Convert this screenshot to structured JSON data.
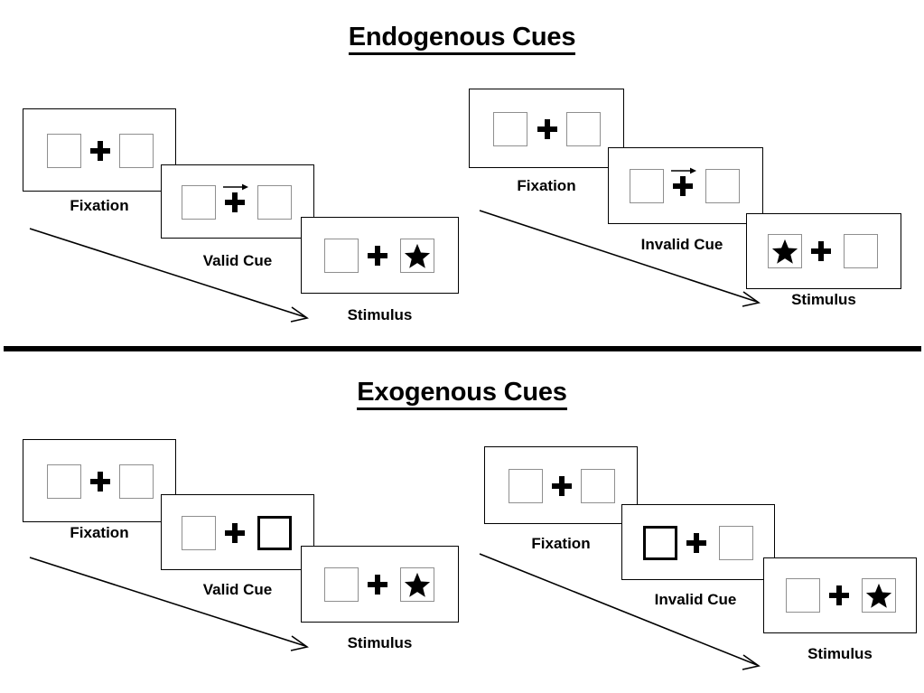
{
  "figure": {
    "sections": [
      {
        "id": "endogenous",
        "title": "Endogenous Cues",
        "cue_type": "central-arrow",
        "conditions": [
          {
            "id": "endogenous-valid",
            "validity": "valid",
            "panels": [
              {
                "id": "endo-valid-fixation",
                "caption": "Fixation",
                "cue": "none",
                "cue_side": "none",
                "target_side": "none",
                "left_box": "empty",
                "right_box": "empty"
              },
              {
                "id": "endo-valid-cue",
                "caption": "Valid Cue",
                "cue": "arrow-right",
                "cue_side": "right",
                "target_side": "none",
                "left_box": "empty",
                "right_box": "empty"
              },
              {
                "id": "endo-valid-stimulus",
                "caption": "Stimulus",
                "cue": "none",
                "cue_side": "none",
                "target_side": "right",
                "left_box": "empty",
                "right_box": "star"
              }
            ]
          },
          {
            "id": "endogenous-invalid",
            "validity": "invalid",
            "panels": [
              {
                "id": "endo-invalid-fixation",
                "caption": "Fixation",
                "cue": "none",
                "cue_side": "none",
                "target_side": "none",
                "left_box": "empty",
                "right_box": "empty"
              },
              {
                "id": "endo-invalid-cue",
                "caption": "Invalid Cue",
                "cue": "arrow-right",
                "cue_side": "right",
                "target_side": "none",
                "left_box": "empty",
                "right_box": "empty"
              },
              {
                "id": "endo-invalid-stimulus",
                "caption": "Stimulus",
                "cue": "none",
                "cue_side": "none",
                "target_side": "left",
                "left_box": "star",
                "right_box": "empty"
              }
            ]
          }
        ]
      },
      {
        "id": "exogenous",
        "title": "Exogenous Cues",
        "cue_type": "peripheral-box-flash",
        "conditions": [
          {
            "id": "exogenous-valid",
            "validity": "valid",
            "panels": [
              {
                "id": "exo-valid-fixation",
                "caption": "Fixation",
                "cue": "none",
                "cue_side": "none",
                "target_side": "none",
                "left_box": "empty",
                "right_box": "empty"
              },
              {
                "id": "exo-valid-cue",
                "caption": "Valid Cue",
                "cue": "box-highlight",
                "cue_side": "right",
                "target_side": "none",
                "left_box": "empty",
                "right_box": "cued"
              },
              {
                "id": "exo-valid-stimulus",
                "caption": "Stimulus",
                "cue": "none",
                "cue_side": "none",
                "target_side": "right",
                "left_box": "empty",
                "right_box": "star"
              }
            ]
          },
          {
            "id": "exogenous-invalid",
            "validity": "invalid",
            "panels": [
              {
                "id": "exo-invalid-fixation",
                "caption": "Fixation",
                "cue": "none",
                "cue_side": "none",
                "target_side": "none",
                "left_box": "empty",
                "right_box": "empty"
              },
              {
                "id": "exo-invalid-cue",
                "caption": "Invalid Cue",
                "cue": "box-highlight",
                "cue_side": "left",
                "target_side": "none",
                "left_box": "cued",
                "right_box": "empty"
              },
              {
                "id": "exo-invalid-stimulus",
                "caption": "Stimulus",
                "cue": "none",
                "cue_side": "none",
                "target_side": "right",
                "left_box": "empty",
                "right_box": "star"
              }
            ]
          }
        ]
      }
    ],
    "colors": {
      "box_border": "#8f8f8f",
      "cued_box_border": "#000000",
      "frame_border": "#000000",
      "text": "#000000",
      "background": "#ffffff",
      "divider": "#000000"
    },
    "time_arrow_label": "time progression"
  }
}
